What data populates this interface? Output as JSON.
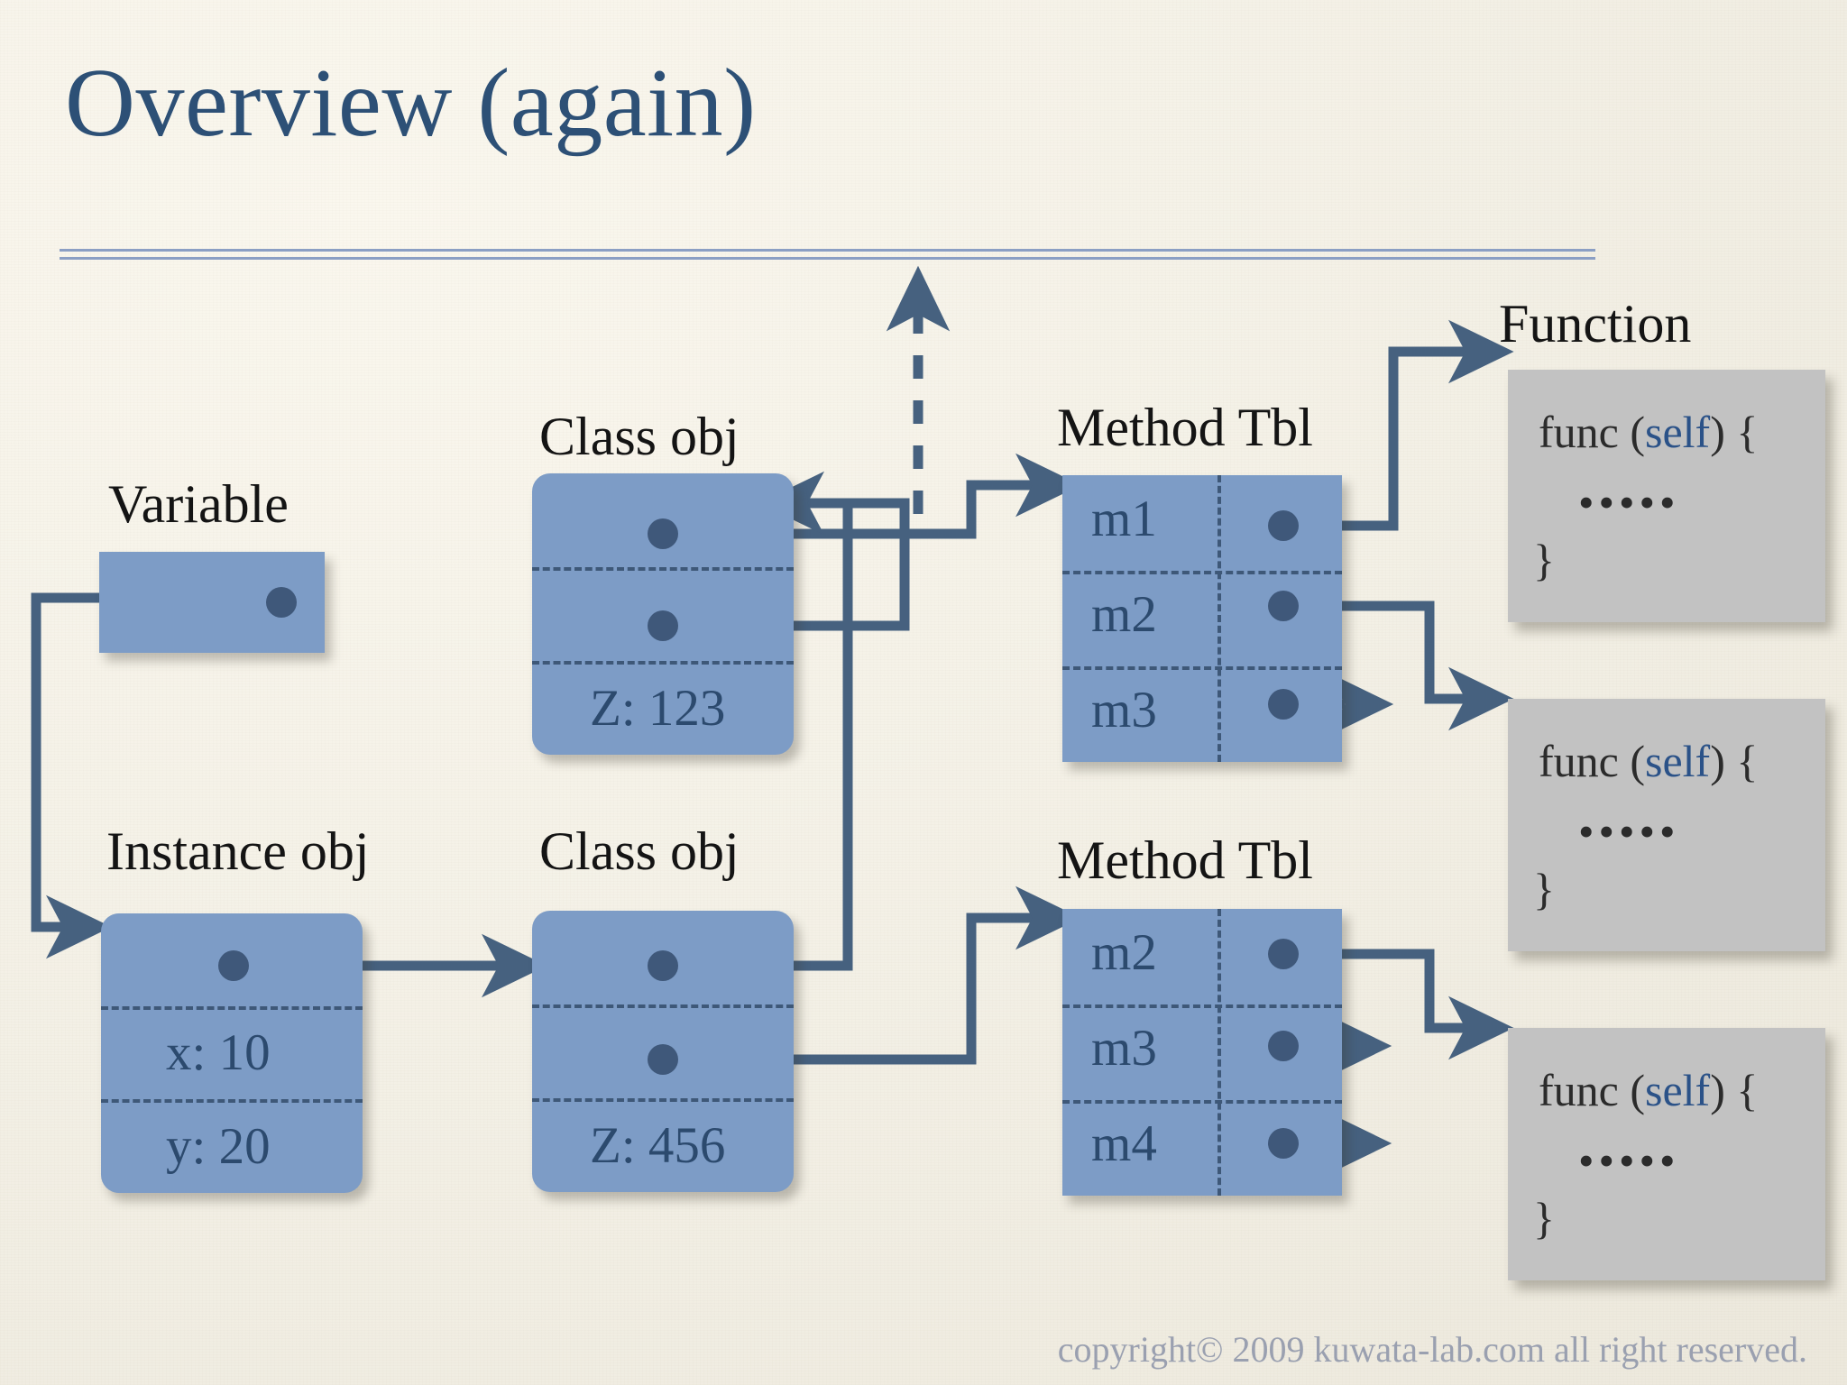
{
  "slide": {
    "title": "Overview (again)",
    "footer": "copyright© 2009 kuwata-lab.com all right reserved.",
    "colors": {
      "background": "#f4f1e7",
      "title_blue": "#2d5076",
      "rule_blue": "#8b9fc4",
      "object_fill": "#7d9cc6",
      "object_text": "#2c4a6e",
      "function_fill": "#c2c2c2",
      "wire": "#46617f",
      "self_keyword": "#2b5288",
      "footer_text": "#9aa0b0"
    }
  },
  "captions": {
    "variable": "Variable",
    "class_obj_top": "Class obj",
    "class_obj_bottom": "Class obj",
    "instance_obj": "Instance obj",
    "method_tbl_top": "Method Tbl",
    "method_tbl_bottom": "Method Tbl",
    "function": "Function"
  },
  "variable_box": {
    "slots": [
      ""
    ]
  },
  "instance_obj": {
    "slots": [
      "",
      "x: 10",
      "y: 20"
    ]
  },
  "class_obj_top": {
    "slots": [
      "",
      "",
      "Z: 123"
    ]
  },
  "class_obj_bottom": {
    "slots": [
      "",
      "",
      "Z: 456"
    ]
  },
  "method_tbl_top": {
    "rows": [
      {
        "name": "m1",
        "link": "solid"
      },
      {
        "name": "m2",
        "link": "solid"
      },
      {
        "name": "m3",
        "link": "dashed"
      }
    ]
  },
  "method_tbl_bottom": {
    "rows": [
      {
        "name": "m2",
        "link": "solid"
      },
      {
        "name": "m3",
        "link": "dashed"
      },
      {
        "name": "m4",
        "link": "dashed"
      }
    ]
  },
  "functions": [
    {
      "signature_prefix": "func (",
      "self": "self",
      "signature_suffix": ") {",
      "body": "•••••",
      "close": "}"
    },
    {
      "signature_prefix": "func (",
      "self": "self",
      "signature_suffix": ") {",
      "body": "•••••",
      "close": "}"
    },
    {
      "signature_prefix": "func (",
      "self": "self",
      "signature_suffix": ") {",
      "body": "•••••",
      "close": "}"
    }
  ]
}
